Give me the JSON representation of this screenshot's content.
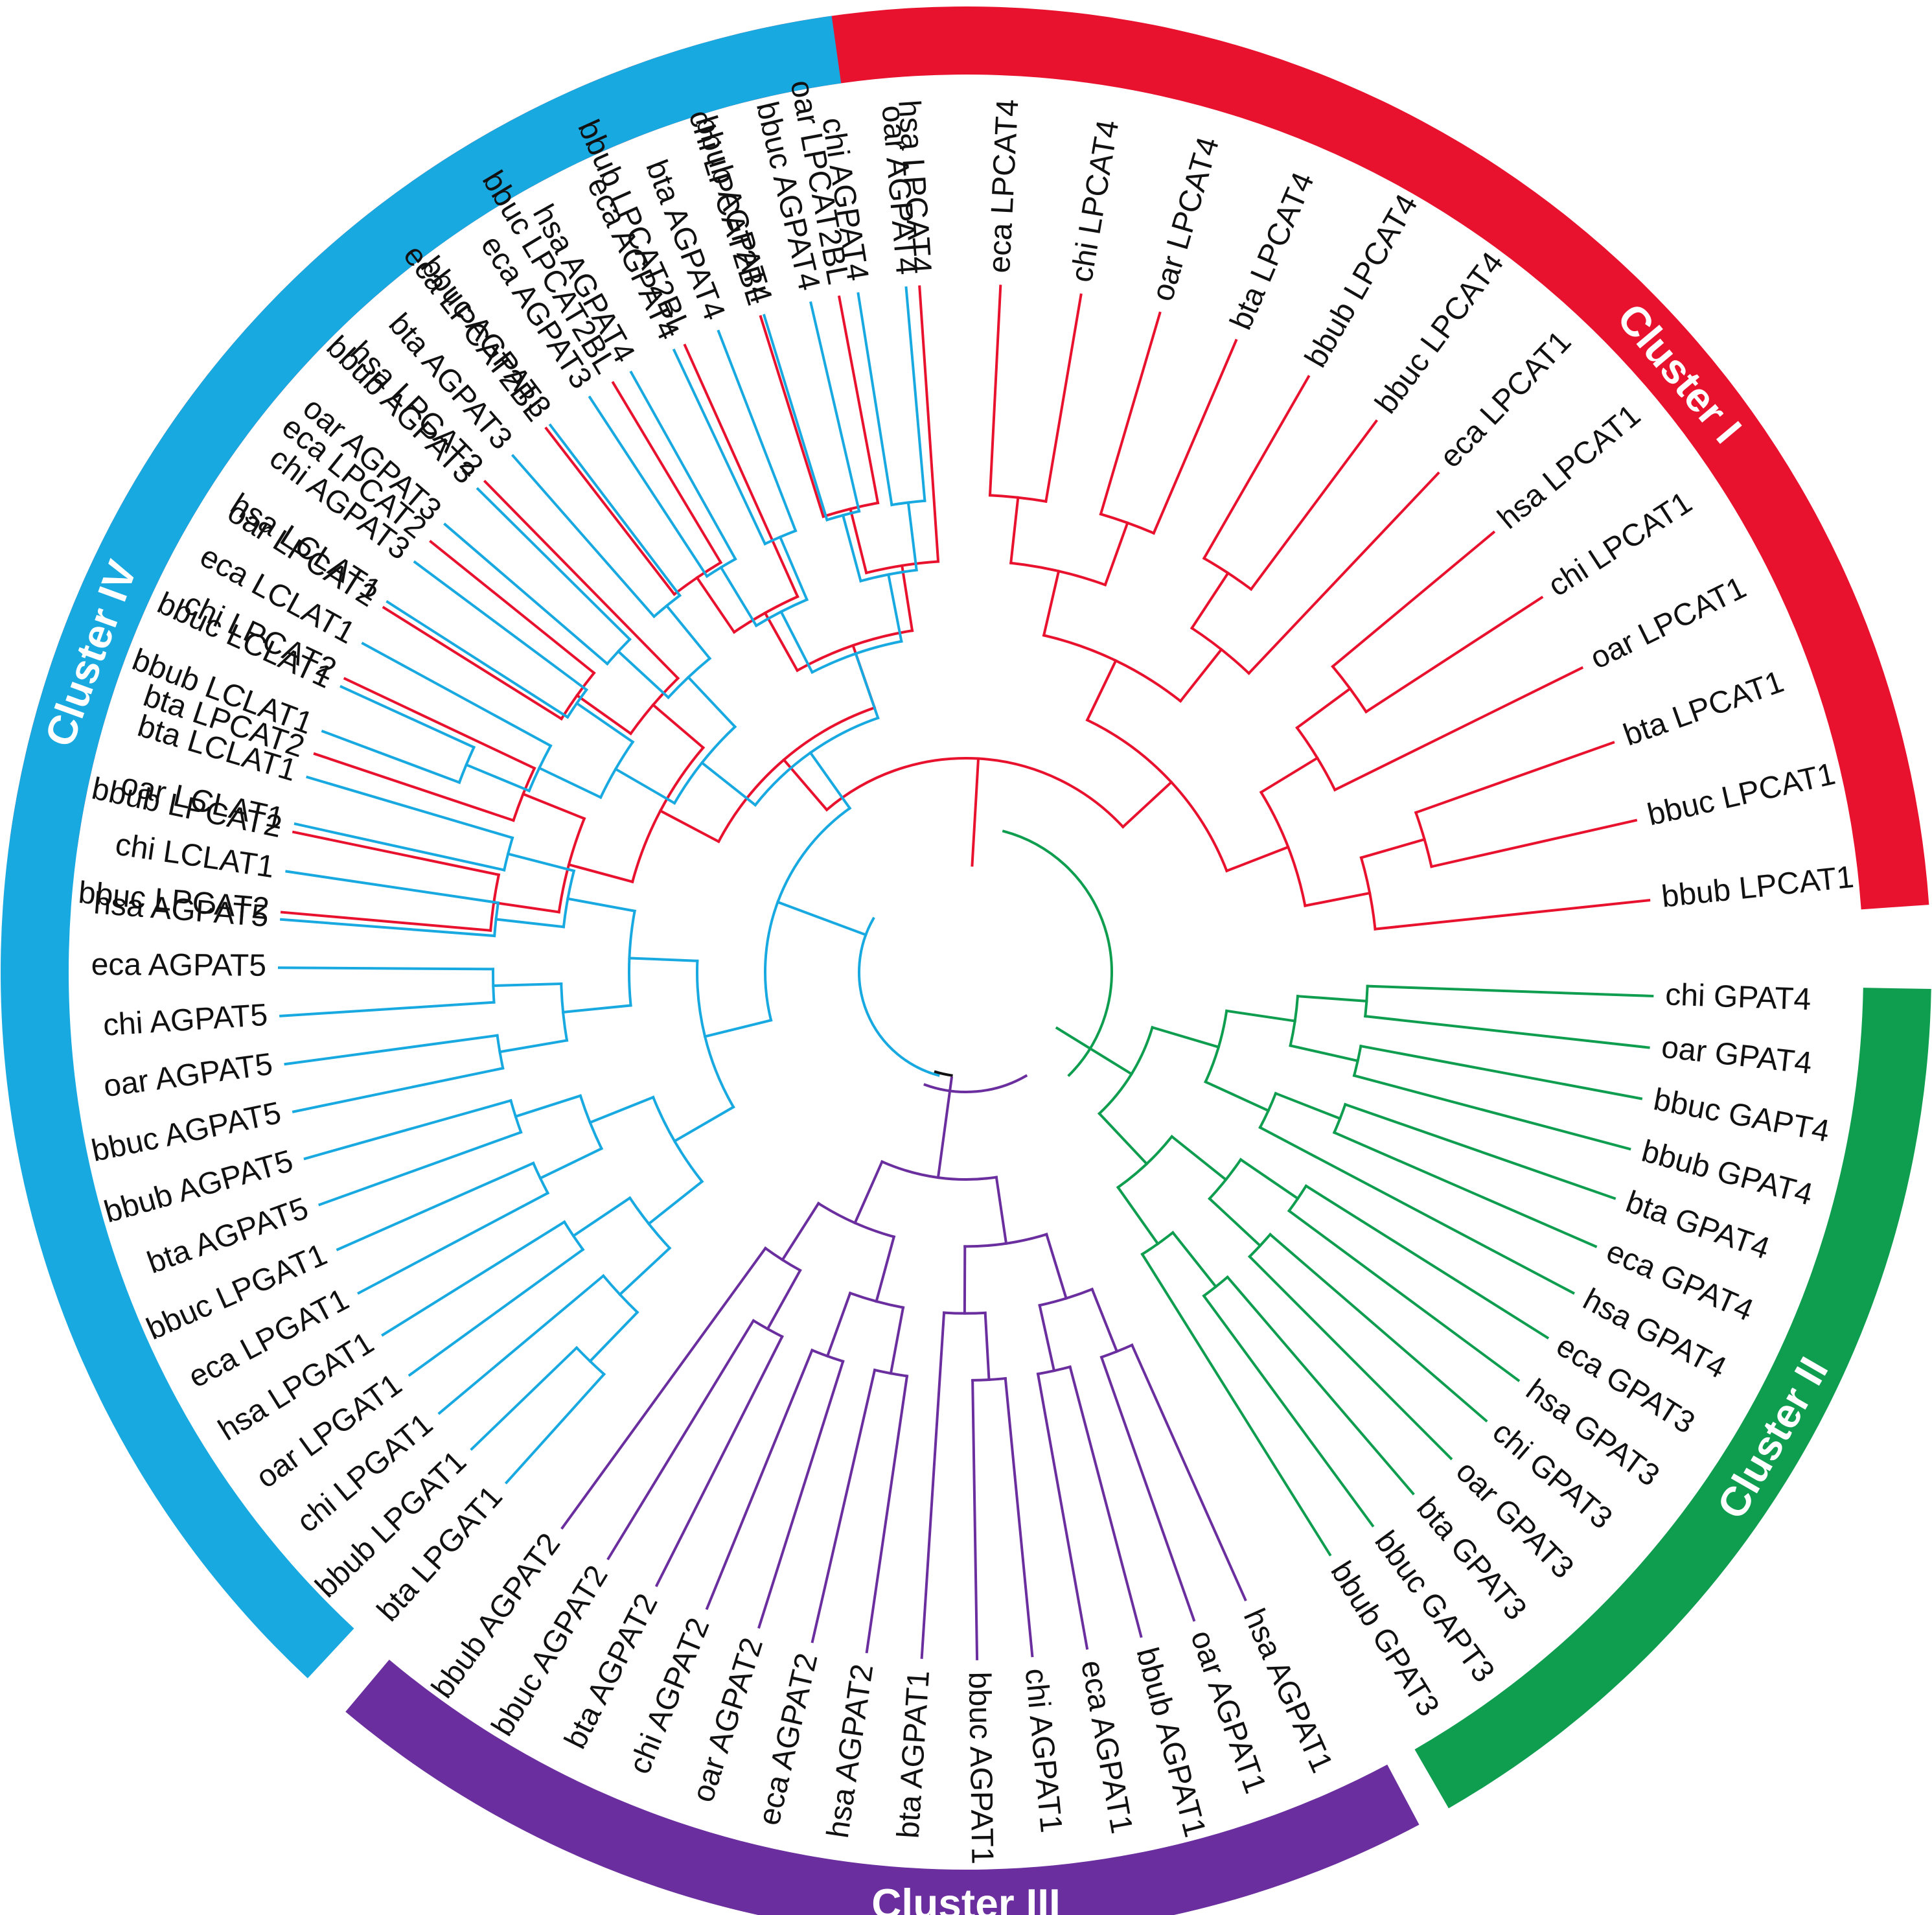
{
  "clusters": [
    {
      "id": "I",
      "label": "Cluster I",
      "color": "#e8122e",
      "leaves": [
        "bbuc LPCAT2",
        "bbub LPCAT2",
        "bta LPCAT2",
        "chi LPCAT2",
        "oar LPCAT2",
        "eca LPCAT2",
        "hsa LPCAT2",
        "eca LPCAT2BL",
        "bbuc LPCAT2BL",
        "bbub LPCAT2BL",
        "chi LPCAT2BL",
        "oar LPCAT2BL",
        "hsa LPCAT4",
        "eca LPCAT4",
        "chi LPCAT4",
        "oar LPCAT4",
        "bta LPCAT4",
        "bbub LPCAT4",
        "bbuc LPCAT4",
        "eca LPCAT1",
        "hsa LPCAT1",
        "chi LPCAT1",
        "oar LPCAT1",
        "bta LPCAT1",
        "bbuc LPCAT1",
        "bbub LPCAT1"
      ]
    },
    {
      "id": "II",
      "label": "Cluster II",
      "color": "#0f9d4f",
      "leaves": [
        "chi GPAT4",
        "oar GPAT4",
        "bbuc GAPT4",
        "bbub GPAT4",
        "bta GPAT4",
        "eca GPAT4",
        "hsa GPAT4",
        "eca GPAT3",
        "hsa GPAT3",
        "chi GPAT3",
        "oar GPAT3",
        "bta GPAT3",
        "bbuc GAPT3",
        "bbub GPAT3"
      ]
    },
    {
      "id": "III",
      "label": "Cluster III",
      "color": "#6a2e9e",
      "leaves": [
        "hsa AGPAT1",
        "oar AGPAT1",
        "bbub AGPAT1",
        "eca AGPAT1",
        "chi AGPAT1",
        "bbuc AGPAT1",
        "bta AGPAT1",
        "hsa AGPAT2",
        "eca AGPAT2",
        "oar AGPAT2",
        "chi AGPAT2",
        "bta AGPAT2",
        "bbuc AGPAT2",
        "bbub AGPAT2"
      ]
    },
    {
      "id": "IV",
      "label": "Cluster IV",
      "color": "#18a9e1",
      "leaves": [
        "bta LPGAT1",
        "bbub LPGAT1",
        "chi LPGAT1",
        "oar LPGAT1",
        "hsa LPGAT1",
        "eca LPGAT1",
        "bbuc LPGAT1",
        "bta AGPAT5",
        "bbub AGPAT5",
        "bbuc AGPAT5",
        "oar AGPAT5",
        "chi AGPAT5",
        "eca AGPAT5",
        "hsa AGPAT5",
        "chi LCLAT1",
        "oar LCLAT1",
        "bta LCLAT1",
        "bbub LCLAT1",
        "bbuc LCLAT1",
        "eca LCLAT1",
        "hsa LCLAT1",
        "chi AGPAT3",
        "oar AGPAT3",
        "bbub AGPAT3",
        "bta AGPAT3",
        "bbuc AGPAT3",
        "eca AGPAT3",
        "hsa AGPAT4",
        "eca AGPAT4",
        "bta AGPAT4",
        "bbub AGPAT4",
        "bbuc AGPAT4",
        "chi AGPAT4",
        "oar AGPAT4"
      ]
    }
  ]
}
